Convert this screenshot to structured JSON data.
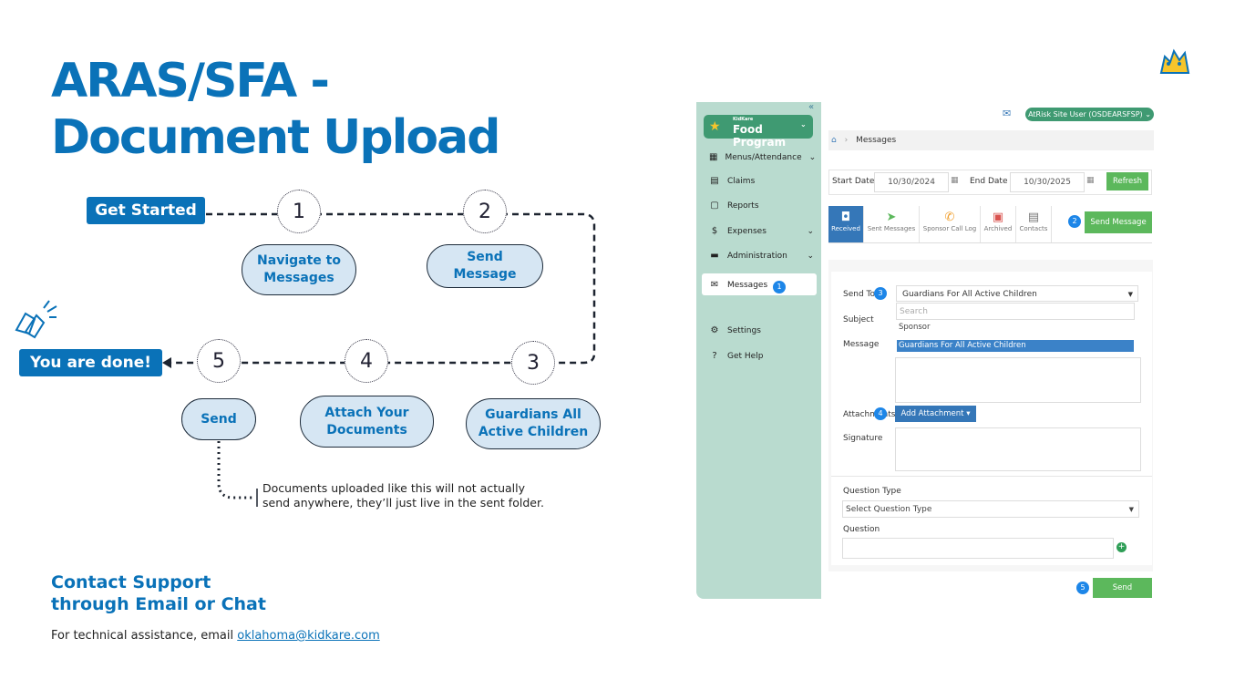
{
  "slide": {
    "title_line1": "ARAS/SFA -",
    "title_line2": "Document Upload",
    "get_started": "Get Started",
    "done_label": "You are done!",
    "steps": [
      {
        "number": "1",
        "label_line1": "Navigate to",
        "label_line2": "Messages"
      },
      {
        "number": "2",
        "label_line1": "Send Message",
        "label_line2": ""
      },
      {
        "number": "3",
        "label_line1": "Guardians All",
        "label_line2": "Active Children"
      },
      {
        "number": "4",
        "label_line1": "Attach Your",
        "label_line2": "Documents"
      },
      {
        "number": "5",
        "label_line1": "Send",
        "label_line2": ""
      }
    ],
    "note_line1": "Documents uploaded like this will not actually",
    "note_line2": "send anywhere, they’ll just live in the sent folder.",
    "contact_title_line1": "Contact Support",
    "contact_title_line2": "through Email or Chat",
    "contact_text": "For technical assistance, email ",
    "contact_email": "oklahoma@kidkare.com "
  },
  "app": {
    "brand_small": "KidKare",
    "brand_name": "Food Program",
    "user_menu": "AtRisk Site User (OSDEARSFSP)",
    "sidebar": [
      {
        "label": "Menus/Attendance",
        "icon": "calendar-icon"
      },
      {
        "label": "Claims",
        "icon": "claims-icon"
      },
      {
        "label": "Reports",
        "icon": "reports-icon"
      },
      {
        "label": "Expenses",
        "icon": "dollar-icon"
      },
      {
        "label": "Administration",
        "icon": "admin-icon"
      },
      {
        "label": "Messages",
        "icon": "envelope-icon"
      },
      {
        "label": "Settings",
        "icon": "gear-icon"
      },
      {
        "label": "Get Help",
        "icon": "help-icon"
      }
    ],
    "breadcrumb": "Messages",
    "start_date_label": "Start Date",
    "start_date": "10/30/2024",
    "end_date_label": "End Date",
    "end_date": "10/30/2025",
    "refresh": "Refresh",
    "tabs": [
      "Received",
      "Sent Messages",
      "Sponsor Call Log",
      "Archived",
      "Contacts"
    ],
    "send_message": "Send Message",
    "send_to_label": "Send To",
    "send_to_value": "Guardians For All Active Children",
    "search_placeholder": "Search",
    "options": [
      "Sponsor",
      "Guardians For All Active Children"
    ],
    "subject_label": "Subject",
    "message_label": "Message",
    "attachments_label": "Attachments",
    "add_attachment": "Add Attachment",
    "signature_label": "Signature",
    "question_type_label": "Question Type",
    "question_type_value": "Select Question Type",
    "question_label": "Question",
    "send": "Send",
    "badges": [
      "1",
      "2",
      "3",
      "4",
      "5"
    ]
  },
  "colors": {
    "brand_blue": "#0a72b8",
    "bubble": "#d6e6f3",
    "app_green": "#5cb85c",
    "sidebar": "#b9dbcf"
  }
}
